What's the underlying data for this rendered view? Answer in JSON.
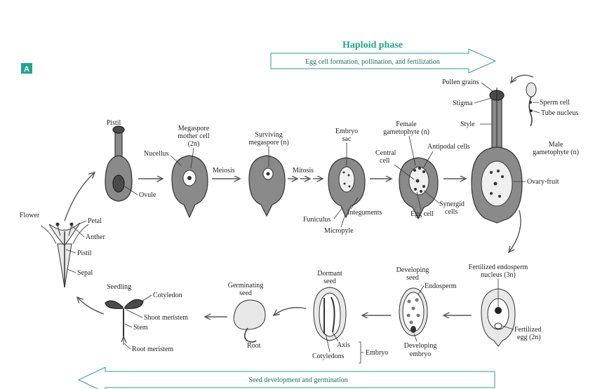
{
  "panel_letter": "A",
  "title": "Haploid phase",
  "top_band": "Egg cell formation, pollination, and fertilization",
  "bottom_band": "Seed development and germination",
  "colors": {
    "accent": "#1fa58e",
    "band_stroke": "#2a9d8f"
  },
  "labels": {
    "pistil": "Pistil",
    "nucellus": "Nucellus",
    "ovule": "Ovule",
    "megaspore_mother": "Megaspore",
    "megaspore_mother2": "mother cell",
    "megaspore_mother3": "(2n)",
    "meiosis": "Meiosis",
    "surviving": "Surviving",
    "surviving2": "megaspore (n)",
    "mitosis": "Mitosis",
    "embryo_sac": "Embryo",
    "embryo_sac2": "sac",
    "funiculus": "Funiculus",
    "integuments": "Integuments",
    "micropyle": "Micropyle",
    "female_gam": "Female",
    "female_gam2": "gametophyte (n)",
    "central_cell": "Central",
    "central_cell2": "cell",
    "antipodal": "Antipodal cells",
    "synergid": "Synergid",
    "synergid2": "cells",
    "egg_cell": "Egg cell",
    "pollen_grains": "Pollen grains",
    "stigma": "Stigma",
    "style": "Style",
    "sperm_cell": "Sperm cell",
    "tube_nucleus": "Tube nucleus",
    "male_gam": "Male",
    "male_gam2": "gametophyte (n)",
    "ovary_fruit": "Ovary-fruit",
    "flower": "Flower",
    "petal": "Petal",
    "anther": "Anther",
    "pistil2": "Pistil",
    "sepal": "Sepal",
    "fert_endo": "Fertilized endosperm",
    "fert_endo2": "nucleus (3n)",
    "fert_egg": "Fertilized",
    "fert_egg2": "egg (2n)",
    "developing_seed": "Developing",
    "developing_seed2": "seed",
    "endosperm": "Endosperm",
    "developing_embryo": "Developing",
    "developing_embryo2": "embryo",
    "dormant": "Dormant",
    "dormant2": "seed",
    "axis": "Axis",
    "cotyledons": "Cotyledons",
    "embryo": "Embryo",
    "germinating": "Germinating",
    "germinating2": "seed",
    "root": "Root",
    "seedling": "Seedling",
    "cotyledon": "Cotyledon",
    "shoot_meristem": "Shoot meristem",
    "stem": "Stem",
    "root_meristem": "Root meristem"
  }
}
